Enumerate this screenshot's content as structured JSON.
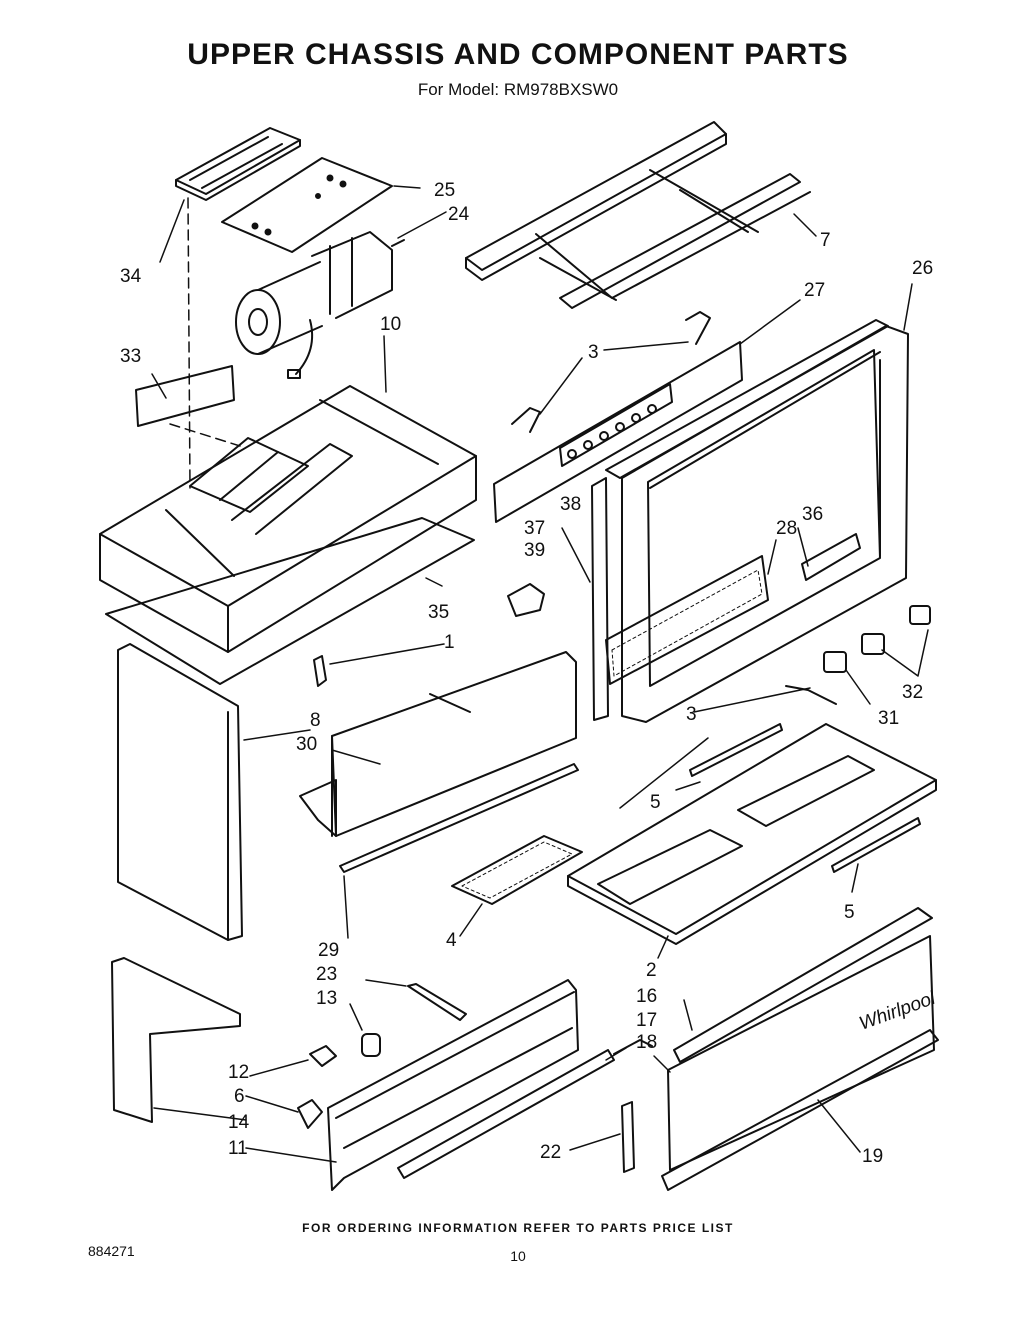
{
  "title": "UPPER CHASSIS AND COMPONENT PARTS",
  "model_line": "For Model: RM978BXSW0",
  "footer_note": "FOR ORDERING INFORMATION REFER TO PARTS PRICE LIST",
  "doc_number": "884271",
  "page_number": "10",
  "brand_mark": "Whirlpool",
  "callouts": [
    {
      "id": "c25",
      "label": "25"
    },
    {
      "id": "c24",
      "label": "24"
    },
    {
      "id": "c34",
      "label": "34"
    },
    {
      "id": "c7",
      "label": "7"
    },
    {
      "id": "c26",
      "label": "26"
    },
    {
      "id": "c27",
      "label": "27"
    },
    {
      "id": "c10",
      "label": "10"
    },
    {
      "id": "c33",
      "label": "33"
    },
    {
      "id": "c3a",
      "label": "3"
    },
    {
      "id": "c38",
      "label": "38"
    },
    {
      "id": "c37",
      "label": "37"
    },
    {
      "id": "c39",
      "label": "39"
    },
    {
      "id": "c28",
      "label": "28"
    },
    {
      "id": "c36",
      "label": "36"
    },
    {
      "id": "c35",
      "label": "35"
    },
    {
      "id": "c1",
      "label": "1"
    },
    {
      "id": "c32",
      "label": "32"
    },
    {
      "id": "c31",
      "label": "31"
    },
    {
      "id": "c8",
      "label": "8"
    },
    {
      "id": "c30",
      "label": "30"
    },
    {
      "id": "c3b",
      "label": "3"
    },
    {
      "id": "c5a",
      "label": "5"
    },
    {
      "id": "c5b",
      "label": "5"
    },
    {
      "id": "c29",
      "label": "29"
    },
    {
      "id": "c4",
      "label": "4"
    },
    {
      "id": "c2",
      "label": "2"
    },
    {
      "id": "c23",
      "label": "23"
    },
    {
      "id": "c13",
      "label": "13"
    },
    {
      "id": "c16",
      "label": "16"
    },
    {
      "id": "c17",
      "label": "17"
    },
    {
      "id": "c18",
      "label": "18"
    },
    {
      "id": "c12",
      "label": "12"
    },
    {
      "id": "c6",
      "label": "6"
    },
    {
      "id": "c14",
      "label": "14"
    },
    {
      "id": "c11",
      "label": "11"
    },
    {
      "id": "c22",
      "label": "22"
    },
    {
      "id": "c19",
      "label": "19"
    }
  ]
}
